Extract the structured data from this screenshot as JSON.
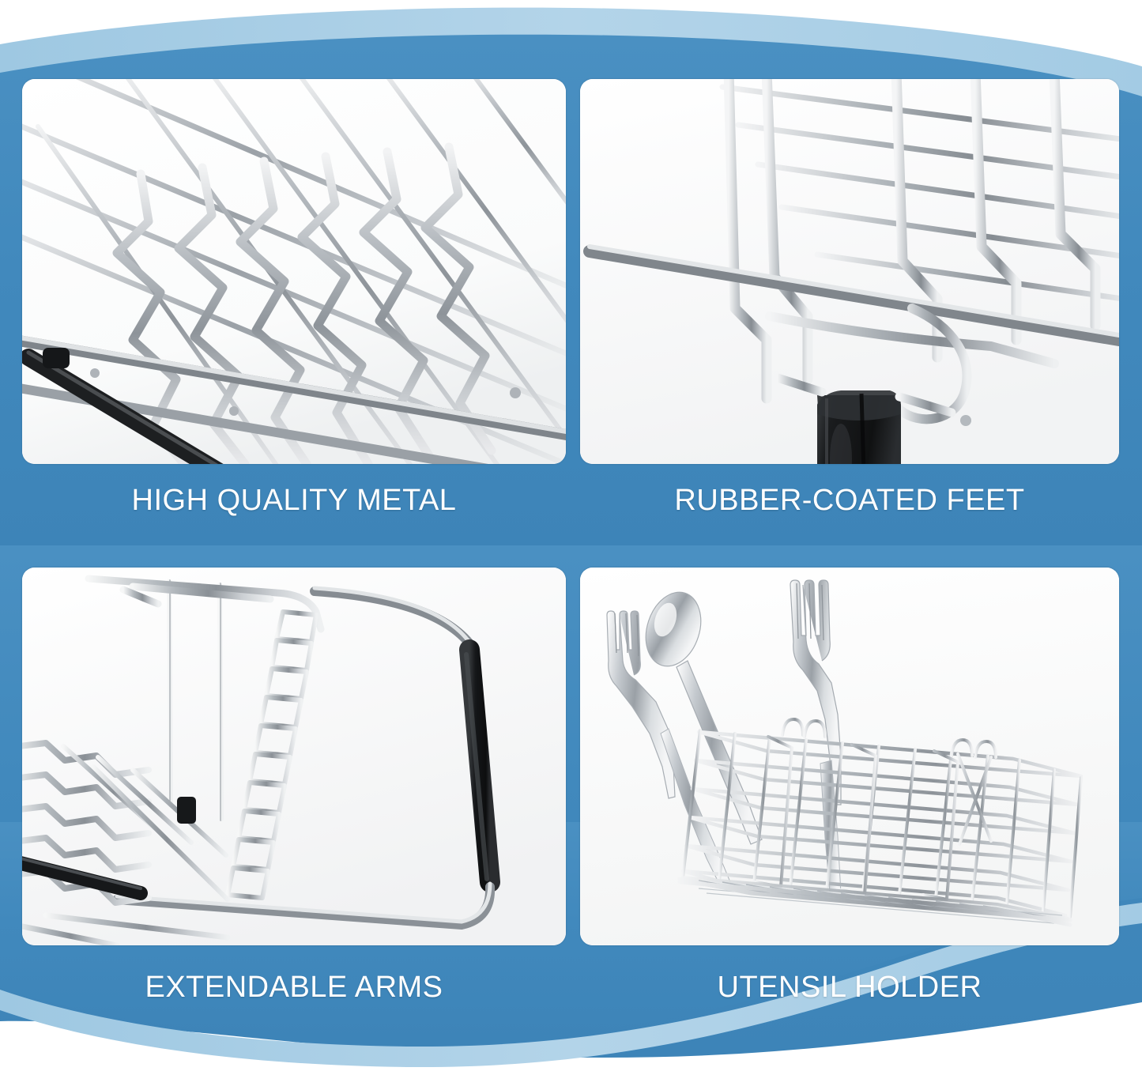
{
  "graphic": {
    "type": "product-feature-collage",
    "product": "dish drying rack",
    "background_color": "#4189bd",
    "background_accent_color": "#a9cfe6",
    "page_color": "#ffffff",
    "panel_background": "#fdfdfd",
    "caption_color": "#ffffff",
    "metal_color": "#c9ced3",
    "rubber_color": "#1c1c1c"
  },
  "panels": [
    {
      "id": "high-quality-metal",
      "caption": "HIGH QUALITY METAL",
      "icon": "wire-rack-icon",
      "description": "close-up of chrome wire dish rack plate dividers"
    },
    {
      "id": "rubber-coated-feet",
      "caption": "RUBBER-COATED FEET",
      "icon": "rubber-foot-icon",
      "description": "close-up of black rubber-coated foot cap on wire frame"
    },
    {
      "id": "extendable-arms",
      "caption": "EXTENDABLE ARMS",
      "icon": "extendable-arm-icon",
      "description": "chrome rack with black-tipped extendable side arm"
    },
    {
      "id": "utensil-holder",
      "caption": "UTENSIL HOLDER",
      "icon": "utensil-basket-icon",
      "description": "wire utensil basket holding two forks and a spoon"
    }
  ]
}
